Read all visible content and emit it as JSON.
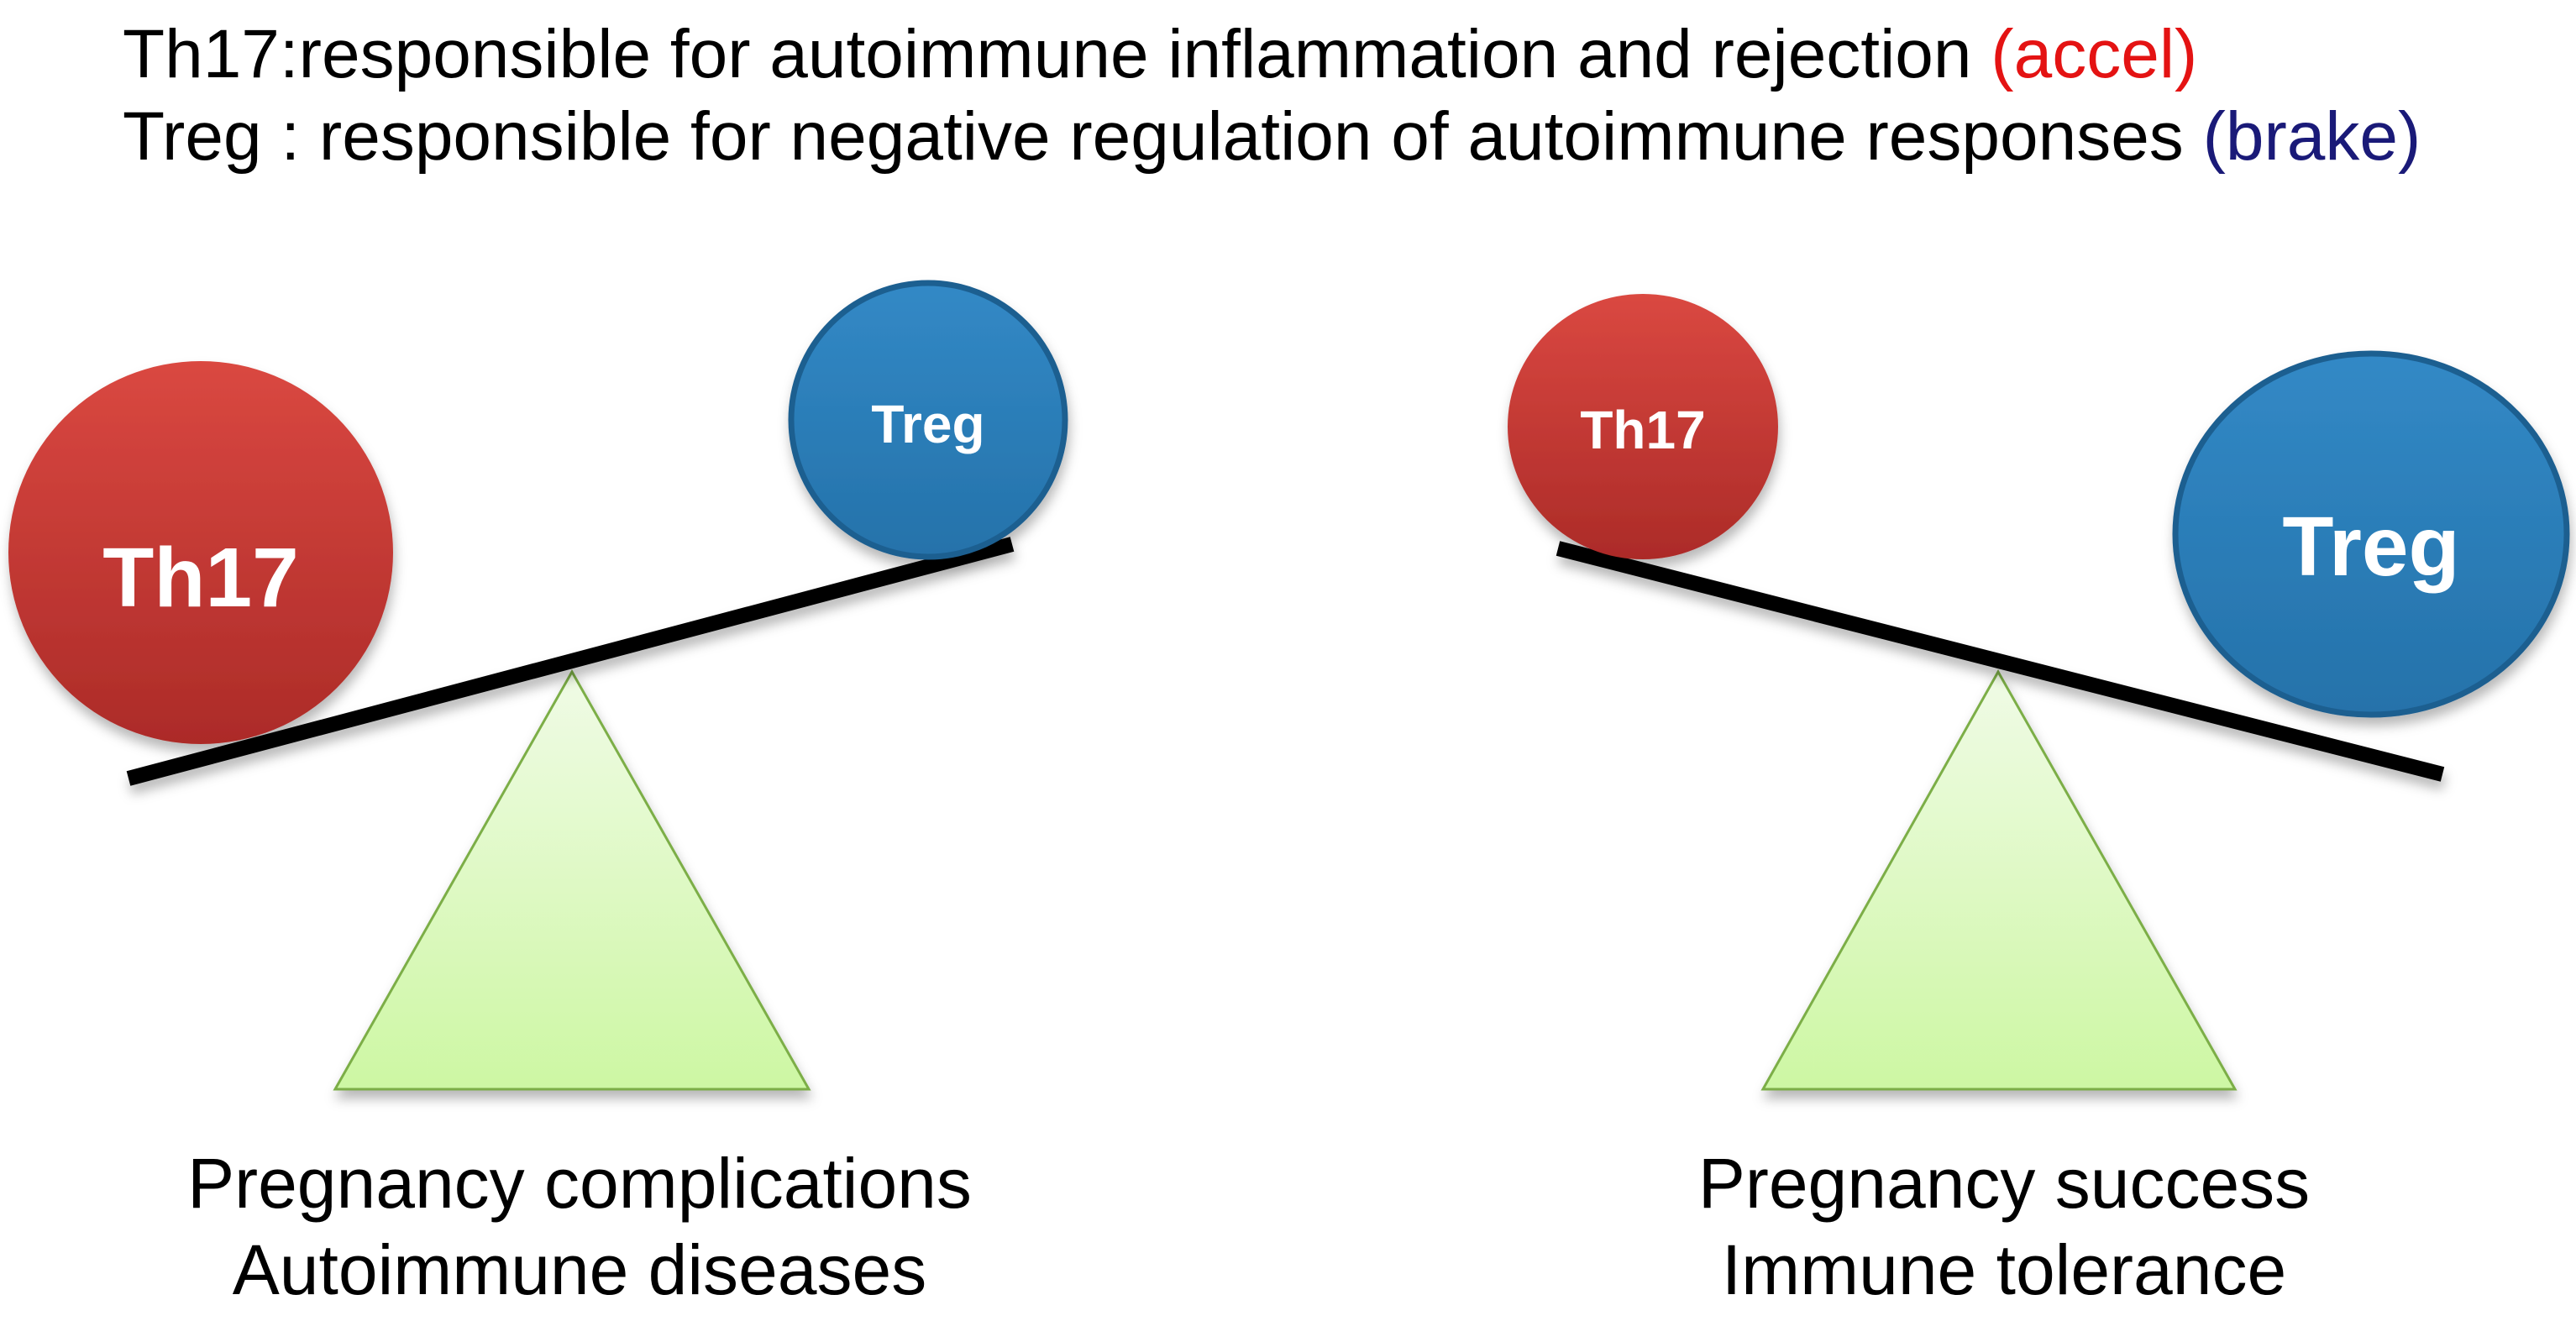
{
  "title": {
    "line1": {
      "text": "Th17:responsible for autoimmune inflammation and rejection ",
      "highlight": "(accel)"
    },
    "line2": {
      "text": "Treg : responsible for negative regulation of autoimmune responses ",
      "highlight": "(brake)"
    }
  },
  "scales": {
    "left": {
      "down_ball": "Th17",
      "up_ball": "Treg",
      "caption_line1": "Pregnancy complications",
      "caption_line2": "Autoimmune diseases"
    },
    "right": {
      "up_ball": "Th17",
      "down_ball": "Treg",
      "caption_line1": "Pregnancy success",
      "caption_line2": "Immune tolerance"
    }
  },
  "palette": {
    "accent-accel": "#e41313",
    "accent-brake": "#1a1a78",
    "ball-red-top": "#da4841",
    "ball-red-bottom": "#ac2b28",
    "ball-blue-top": "#3289c6",
    "ball-blue-bottom": "#2572aa",
    "ball-blue-border": "#1e5e90",
    "fulcrum-green-top": "#f0fbe6",
    "fulcrum-green-bottom": "#cdf7a3",
    "fulcrum-green-border": "#7cae46",
    "plank-black": "#000000",
    "text-black": "#000000",
    "background": "#ffffff"
  }
}
